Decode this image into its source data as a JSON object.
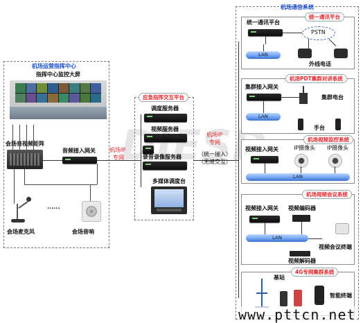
{
  "left": {
    "title": "机场运营指挥中心",
    "screen_label": "指挥中心监控大屏",
    "matrix_label": "会场音视频矩阵",
    "gateway_label": "音频接入网关",
    "mic_label": "会场麦克风",
    "speaker_label": "会场音响",
    "ellipsis": "......"
  },
  "link1": {
    "line1": "机场IP",
    "line2": "专网"
  },
  "center": {
    "title": "应急指挥交互平台",
    "items": [
      "调度服务器",
      "视频服务器",
      "录音录像服务器",
      "多媒体调度台"
    ]
  },
  "link2": {
    "line1": "机场IP",
    "line2": "专网",
    "line3": "（统一接入）",
    "line4": "（无缝交互）"
  },
  "right": {
    "title": "机场通信系统",
    "sec1": {
      "badge": "统一通讯平台",
      "platform": "统一通讯平台",
      "pstn": "PSTN",
      "lan": "LAN",
      "phone": "外线电话"
    },
    "sec2": {
      "badge": "机场PDT集群对讲系统",
      "gateway": "集群接入网关",
      "station": "集群电台",
      "lan": "LAN",
      "handset": "手台"
    },
    "sec3": {
      "badge": "机场视频监控系统",
      "gateway": "视频接入网关",
      "cam1": "IP摄像头",
      "cam2": "IP摄像头",
      "lan": "LAN"
    },
    "sec4": {
      "badge": "机场视频会议系统",
      "gateway": "视频接入网关",
      "encoder": "视频编码器",
      "lan": "LAN",
      "terminal": "视频会议终端",
      "decoder": "视频解码器"
    },
    "sec5": {
      "badge": "4G专网集群系统",
      "station": "基站",
      "terminal": "智能终端"
    }
  },
  "watermark": "www.pttcn.net"
}
